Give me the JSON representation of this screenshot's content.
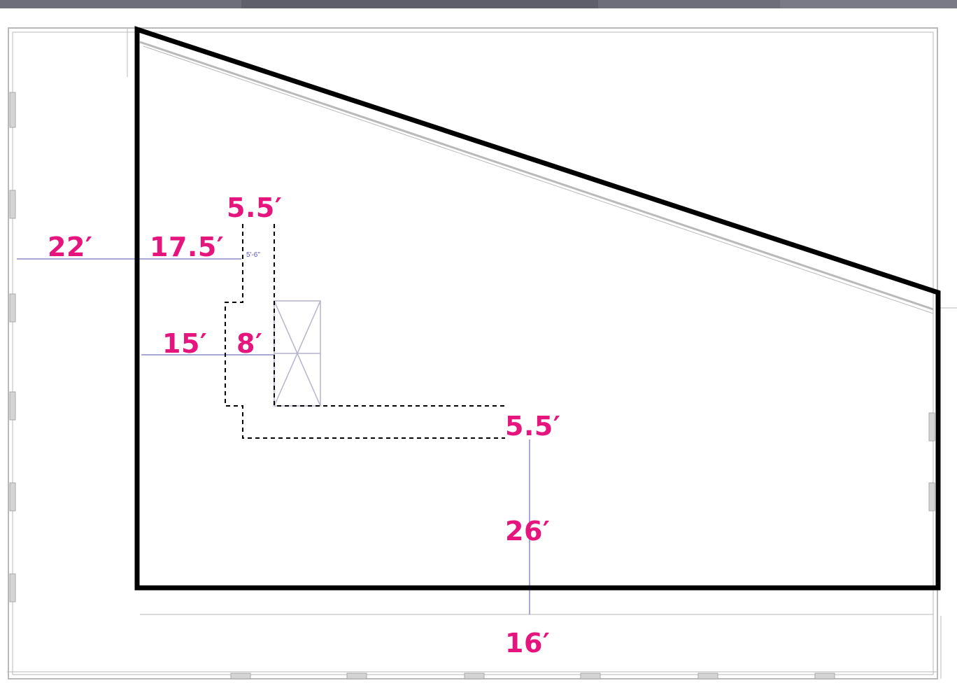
{
  "colors": {
    "accent": "#e6157e",
    "outline": "#000000",
    "wall": "#b9b9b9",
    "dimension_line": "#8c8cc6",
    "top_bar": "#6e6e7a",
    "background": "#ffffff"
  },
  "labels": {
    "left_width": "22′",
    "inner_left_width": "17.5′",
    "top_gap": "5.5′",
    "side_depth": "15′",
    "inner_depth": "8′",
    "mid_gap": "5.5′",
    "vertical_run": "26′",
    "bottom_width": "16′"
  },
  "plan_dimension": {
    "gap_text": "5'-6\""
  }
}
